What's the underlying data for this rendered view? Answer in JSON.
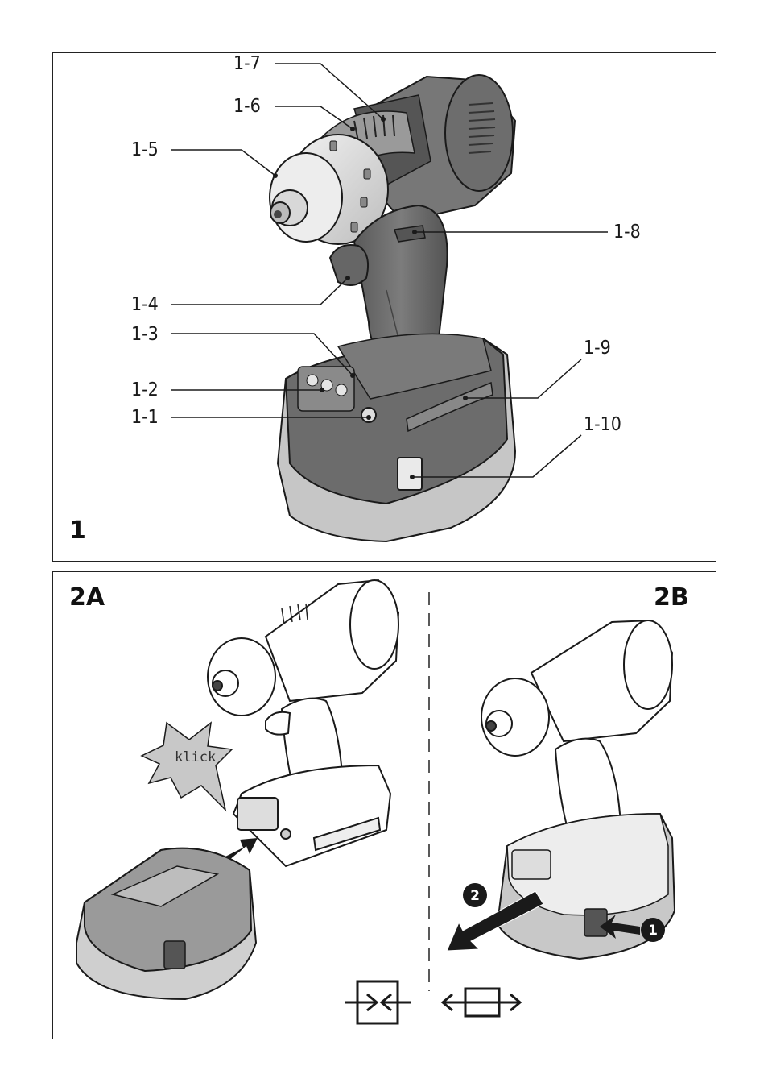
{
  "figure1": {
    "number": "1",
    "callouts": [
      "1-1",
      "1-2",
      "1-3",
      "1-4",
      "1-5",
      "1-6",
      "1-7",
      "1-8",
      "1-9",
      "1-10"
    ]
  },
  "figure2": {
    "left_label": "2A",
    "right_label": "2B",
    "klick_text": "klick",
    "step_badges": [
      "1",
      "2"
    ],
    "icons": [
      "battery-insert-icon",
      "battery-remove-icon"
    ]
  },
  "colors": {
    "tool_dark": "#6a6a6a",
    "tool_mid": "#8f8f8f",
    "tool_light": "#cfcfcf",
    "outline": "#1a1a1a"
  }
}
